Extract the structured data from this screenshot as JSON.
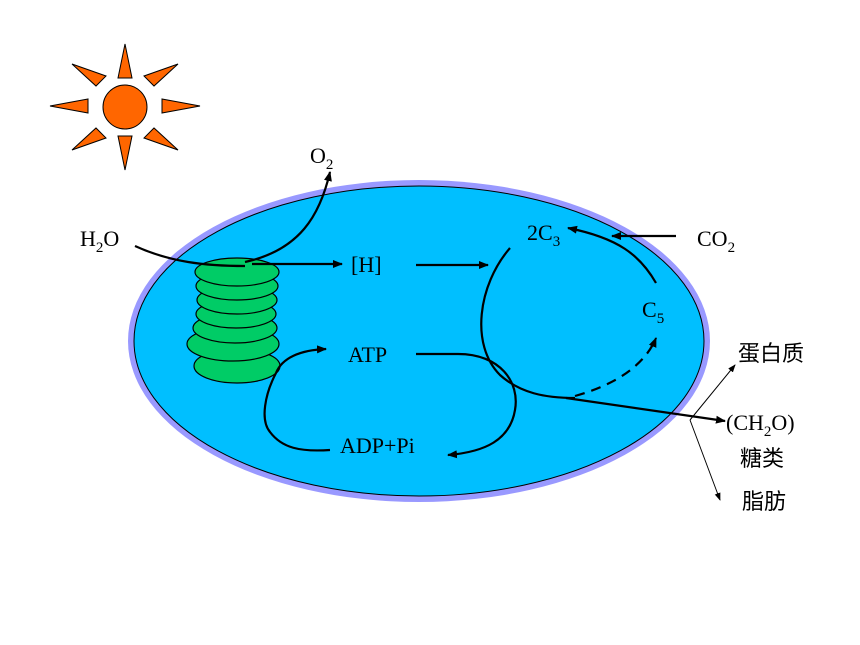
{
  "labels": {
    "o2": {
      "main": "O",
      "sub": "2"
    },
    "h2o": {
      "pre": "H",
      "sub": "2",
      "post": "O"
    },
    "h": "[H]",
    "atp": "ATP",
    "adp_pi": "ADP+Pi",
    "two_c3": {
      "main": "2C",
      "sub": "3"
    },
    "co2": {
      "main": "CO",
      "sub": "2"
    },
    "c5": {
      "main": "C",
      "sub": "5"
    },
    "ch2o": {
      "pre": "(CH",
      "sub": "2",
      "post": "O)"
    },
    "sugar": "糖类",
    "protein": "蛋白质",
    "fat": "脂肪"
  },
  "icons": {
    "sun": "sun-icon",
    "thylakoid": "thylakoid-stack-icon"
  },
  "colors": {
    "stroma_fill": "#00BFFF",
    "membrane": "#9999FF",
    "thylakoid_fill": "#00CC66",
    "sun_body": "#FF6600",
    "sun_ray_outline": "#000000"
  }
}
